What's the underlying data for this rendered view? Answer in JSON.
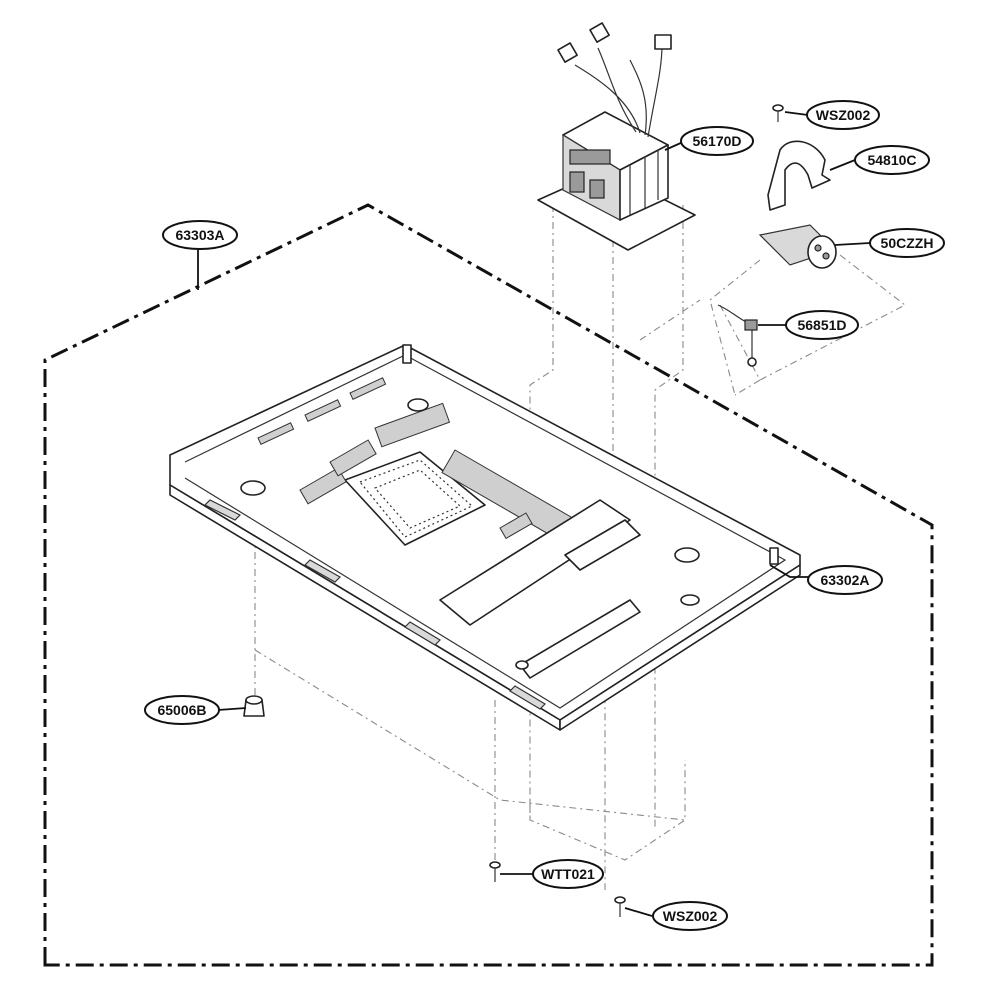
{
  "callouts": {
    "assembly": "63303A",
    "base_plate": "63302A",
    "transformer": "56170D",
    "screw_top": "WSZ002",
    "bracket": "54810C",
    "capacitor": "50CZZH",
    "diode": "56851D",
    "foot": "65006B",
    "screw_bottom_left": "WTT021",
    "screw_bottom_right": "WSZ002"
  },
  "colors": {
    "line": "#111111",
    "fill": "#ffffff",
    "ghost": "#8a8a8a"
  }
}
